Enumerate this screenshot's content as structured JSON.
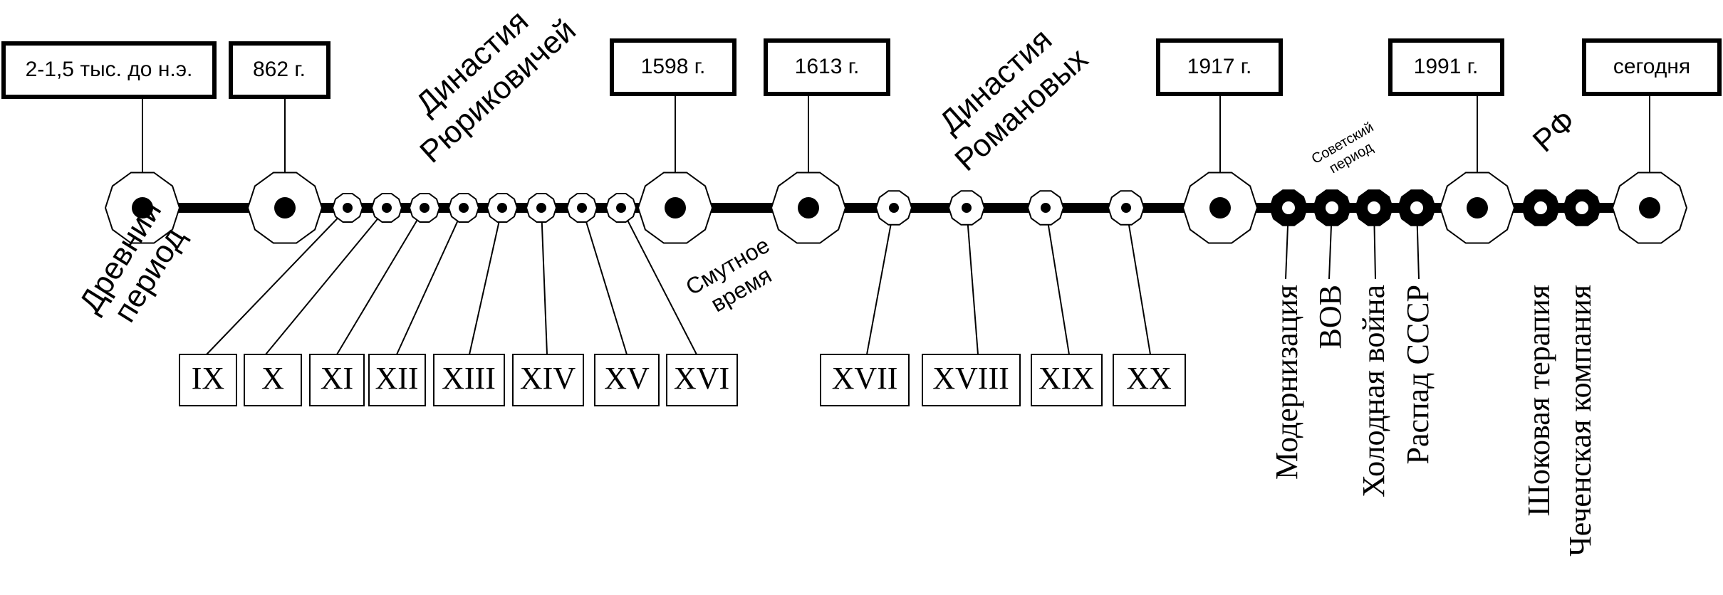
{
  "date_labels": [
    "2-1,5 тыс. до н.э.",
    "862 г.",
    "1598 г.",
    "1613 г.",
    "1917 г.",
    "1991 г.",
    "сегодня"
  ],
  "centuries": [
    "IX",
    "X",
    "XI",
    "XII",
    "XIII",
    "XIV",
    "XV",
    "XVI",
    "XVII",
    "XVIII",
    "XIX",
    "XX"
  ],
  "periods": {
    "ancient": [
      "Древний",
      "период"
    ],
    "rurik": [
      "Династия",
      "Рюриковичей"
    ],
    "troubles": [
      "Смутное",
      "время"
    ],
    "romanov": [
      "Династия",
      "Романовых"
    ],
    "soviet": [
      "Советский",
      "период"
    ],
    "rf": "РФ"
  },
  "events": [
    "Модернизация",
    "ВОВ",
    "Холодная война",
    "Распад СССР",
    "Шоковая терапия",
    "Чеченская компания"
  ],
  "colors": {
    "line": "#000000",
    "background": "#ffffff"
  }
}
